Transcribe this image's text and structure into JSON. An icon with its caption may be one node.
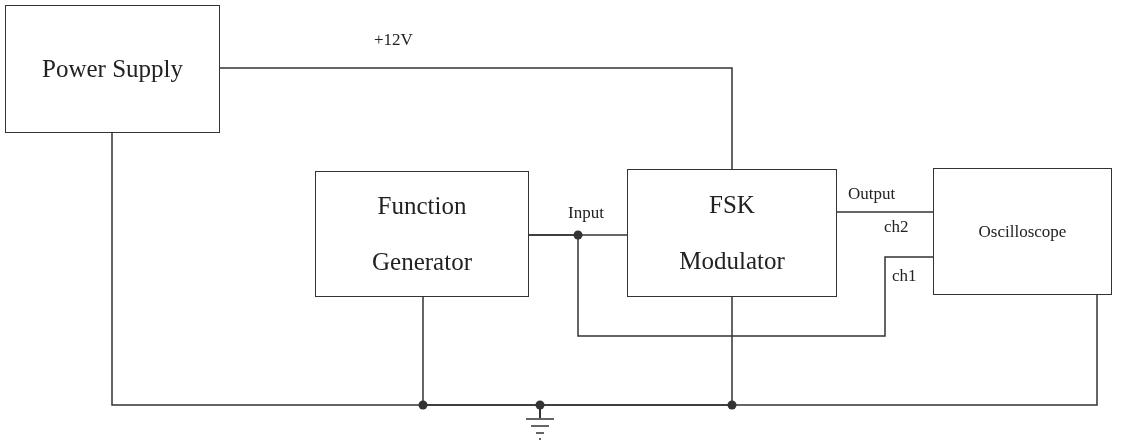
{
  "diagram": {
    "nodes": [
      {
        "text": [
          "Power Supply"
        ]
      },
      {
        "text": [
          "Function Generator"
        ]
      },
      {
        "text": [
          "FSK Modulator"
        ]
      },
      {
        "text": [
          "Oscilloscope"
        ]
      },
      {
        "text": [],
        "shape": "ground"
      }
    ],
    "edges": [
      {
        "from": 0,
        "to": 2,
        "arrow": "none",
        "label": "+12V"
      },
      {
        "from": 1,
        "to": 2,
        "arrow": "none",
        "label": "Input"
      },
      {
        "from": 2,
        "to": 3,
        "arrow": "none",
        "label": "Output"
      },
      {
        "from": 1,
        "to": 3,
        "arrow": "none"
      },
      {
        "from": 0,
        "to": 4,
        "arrow": "none"
      },
      {
        "from": 1,
        "to": 4,
        "arrow": "none"
      },
      {
        "from": 2,
        "to": 4,
        "arrow": "none"
      },
      {
        "from": 3,
        "to": 4,
        "arrow": "none"
      }
    ],
    "labels": [
      "ch2",
      "ch1"
    ]
  }
}
